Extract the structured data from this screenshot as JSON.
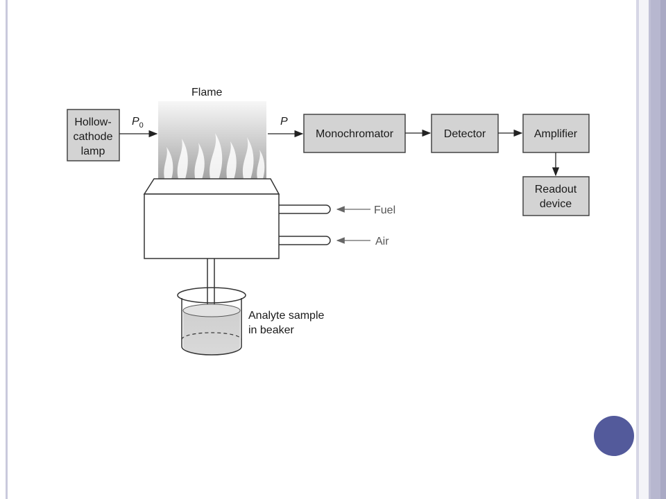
{
  "diagram": {
    "flame_label": "Flame",
    "lamp_lines": [
      "Hollow-",
      "cathode",
      "lamp"
    ],
    "p0_label": "P",
    "p0_subscript": "0",
    "p_label": "P",
    "monochromator": "Monochromator",
    "detector": "Detector",
    "amplifier": "Amplifier",
    "readout_lines": [
      "Readout",
      "device"
    ],
    "fuel_label": "Fuel",
    "air_label": "Air",
    "sample_lines": [
      "Analyte sample",
      "in beaker"
    ]
  },
  "colors": {
    "box_fill": "#d3d3d3",
    "accent_dot": "#535a9b",
    "side_band": "#b7b7cf"
  }
}
